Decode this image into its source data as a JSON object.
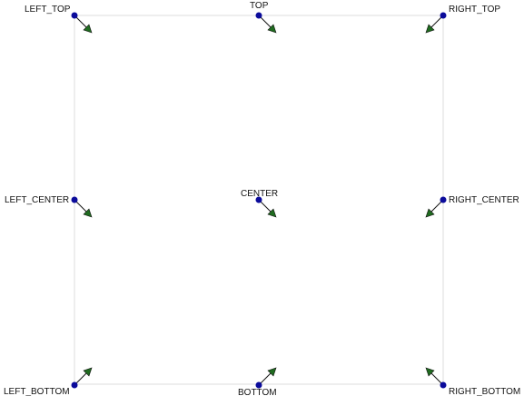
{
  "colors": {
    "frame": "#dcdcdc",
    "point": "#0b0b9b",
    "arrow_line": "#111111",
    "arrow_head": "#1f6b1f",
    "label": "#111111"
  },
  "icons": {
    "point": "anchor-dot-icon",
    "arrow": "arrow-icon"
  },
  "anchors": [
    {
      "id": "left-top",
      "label": "LEFT_TOP",
      "arrow_direction": "down-right"
    },
    {
      "id": "top",
      "label": "TOP",
      "arrow_direction": "down-right"
    },
    {
      "id": "right-top",
      "label": "RIGHT_TOP",
      "arrow_direction": "down-left"
    },
    {
      "id": "left-center",
      "label": "LEFT_CENTER",
      "arrow_direction": "down-right"
    },
    {
      "id": "center",
      "label": "CENTER",
      "arrow_direction": "down-right"
    },
    {
      "id": "right-center",
      "label": "RIGHT_CENTER",
      "arrow_direction": "down-left"
    },
    {
      "id": "left-bottom",
      "label": "LEFT_BOTTOM",
      "arrow_direction": "up-right"
    },
    {
      "id": "bottom",
      "label": "BOTTOM",
      "arrow_direction": "up-right"
    },
    {
      "id": "right-bottom",
      "label": "RIGHT_BOTTOM",
      "arrow_direction": "up-left"
    }
  ]
}
